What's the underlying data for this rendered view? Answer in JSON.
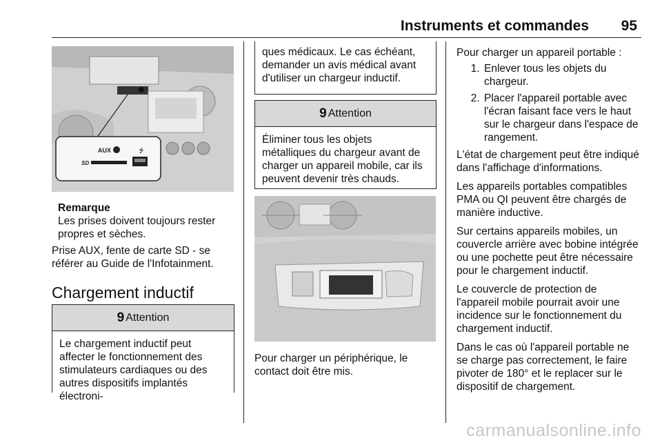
{
  "header": {
    "title": "Instruments et commandes",
    "page": "95"
  },
  "figure1": {
    "aux_label": "AUX",
    "sd_label": "SD"
  },
  "note": {
    "title": "Remarque",
    "text": "Les prises doivent toujours rester propres et sèches."
  },
  "col1": {
    "para1": "Prise AUX, fente de carte SD - se référer au Guide de l'Infotainment.",
    "section_title": "Chargement inductif",
    "warning1": {
      "icon": "9",
      "head": "Attention",
      "text": "Le chargement inductif peut affecter le fonctionnement des stimulateurs cardiaques ou des autres dispositifs implantés électroni-"
    }
  },
  "col2": {
    "warning_cont": "ques médicaux. Le cas échéant, demander un avis médical avant d'utiliser un chargeur inductif.",
    "warning2": {
      "icon": "9",
      "head": "Attention",
      "text": "Éliminer tous les objets métalliques du chargeur avant de charger un appareil mobile, car ils peuvent devenir très chauds."
    },
    "para1": "Pour charger un périphérique, le contact doit être mis."
  },
  "col3": {
    "intro": "Pour charger un appareil portable :",
    "steps": [
      "Enlever tous les objets du chargeur.",
      "Placer l'appareil portable avec l'écran faisant face vers le haut sur le chargeur dans l'espace de rangement."
    ],
    "para1": "L'état de chargement peut être indiqué dans l'affichage d'informations.",
    "para2": "Les appareils portables compatibles PMA ou QI peuvent être chargés de manière inductive.",
    "para3": "Sur certains appareils mobiles, un couvercle arrière avec bobine intégrée ou une pochette peut être nécessaire pour le chargement inductif.",
    "para4": "Le couvercle de protection de l'appareil mobile pourrait avoir une incidence sur le fonctionnement du chargement inductif.",
    "para5": "Dans le cas où l'appareil portable ne se charge pas correctement, le faire pivoter de 180° et le replacer sur le dispositif de chargement."
  },
  "watermark": "carmanualsonline.info"
}
